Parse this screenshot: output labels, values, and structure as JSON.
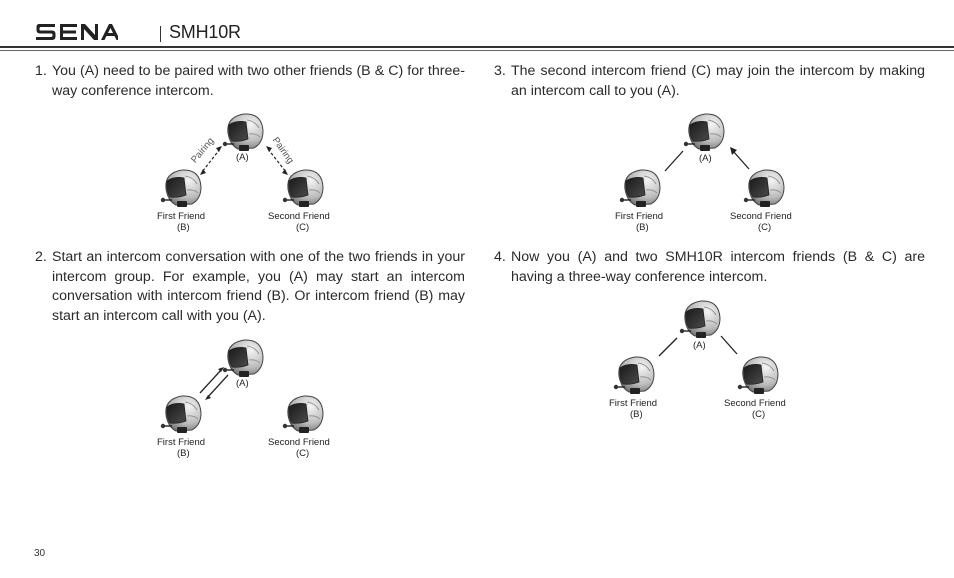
{
  "header": {
    "brand": "SENA",
    "model": "SMH10R"
  },
  "steps": [
    {
      "num": "1.",
      "text": "You (A) need to be paired with two other friends (B & C) for three-way conference intercom."
    },
    {
      "num": "2.",
      "text": "Start an intercom conversation with one of the two friends in your intercom group. For example, you (A) may start an intercom conversation with intercom friend (B). Or intercom friend (B) may start an intercom call with you (A)."
    },
    {
      "num": "3.",
      "text": "The second intercom friend (C) may join the intercom by making an intercom call to you (A)."
    },
    {
      "num": "4.",
      "text": "Now you (A) and two SMH10R intercom friends (B & C) are having a three-way conference intercom."
    }
  ],
  "figure_labels": {
    "a": "(A)",
    "first_friend": "First Friend",
    "b": "(B)",
    "second_friend": "Second Friend",
    "c": "(C)",
    "pairing": "Pairing"
  },
  "page_number": "30"
}
